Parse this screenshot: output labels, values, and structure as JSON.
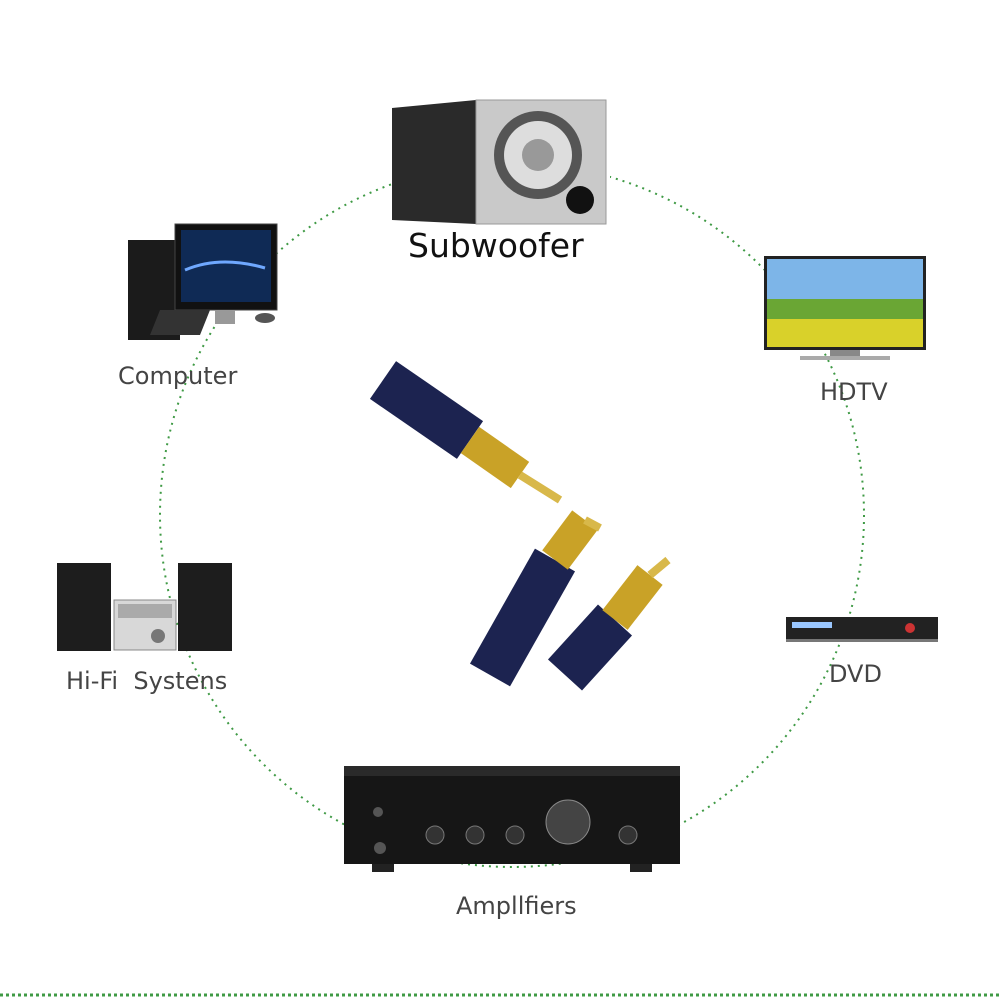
{
  "labels": {
    "subwoofer": "Subwoofer",
    "computer": "Computer",
    "hdtv": "HDTV",
    "hifi": "Hi-Fi  Systens",
    "dvd": "DVD",
    "amplifiers": "Ampllfiers"
  },
  "colors": {
    "dotted_circle": "#3f9a45",
    "cable_gold": "#c9a227",
    "cable_braid": "#1c2350"
  }
}
